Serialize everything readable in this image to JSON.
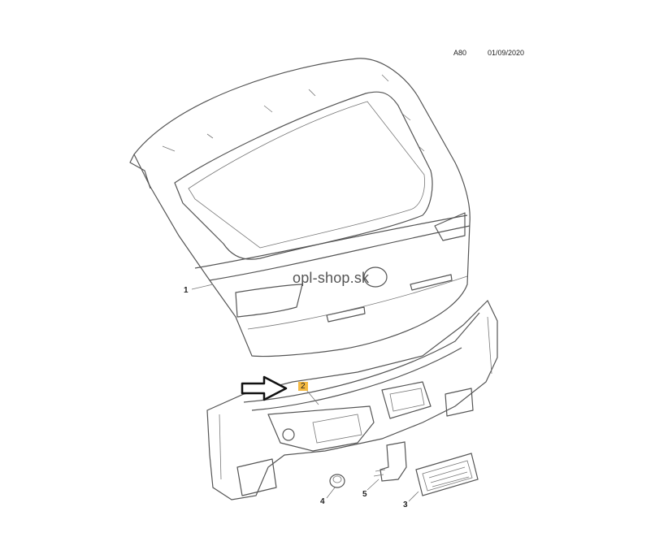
{
  "header": {
    "code": "A80",
    "date": "01/09/2020"
  },
  "watermark": "opl-shop.sk",
  "callouts": [
    {
      "id": "1",
      "label": "1"
    },
    {
      "id": "2",
      "label": "2",
      "highlight": "#f4b942"
    },
    {
      "id": "3",
      "label": "3"
    },
    {
      "id": "4",
      "label": "4"
    },
    {
      "id": "5",
      "label": "5"
    }
  ]
}
